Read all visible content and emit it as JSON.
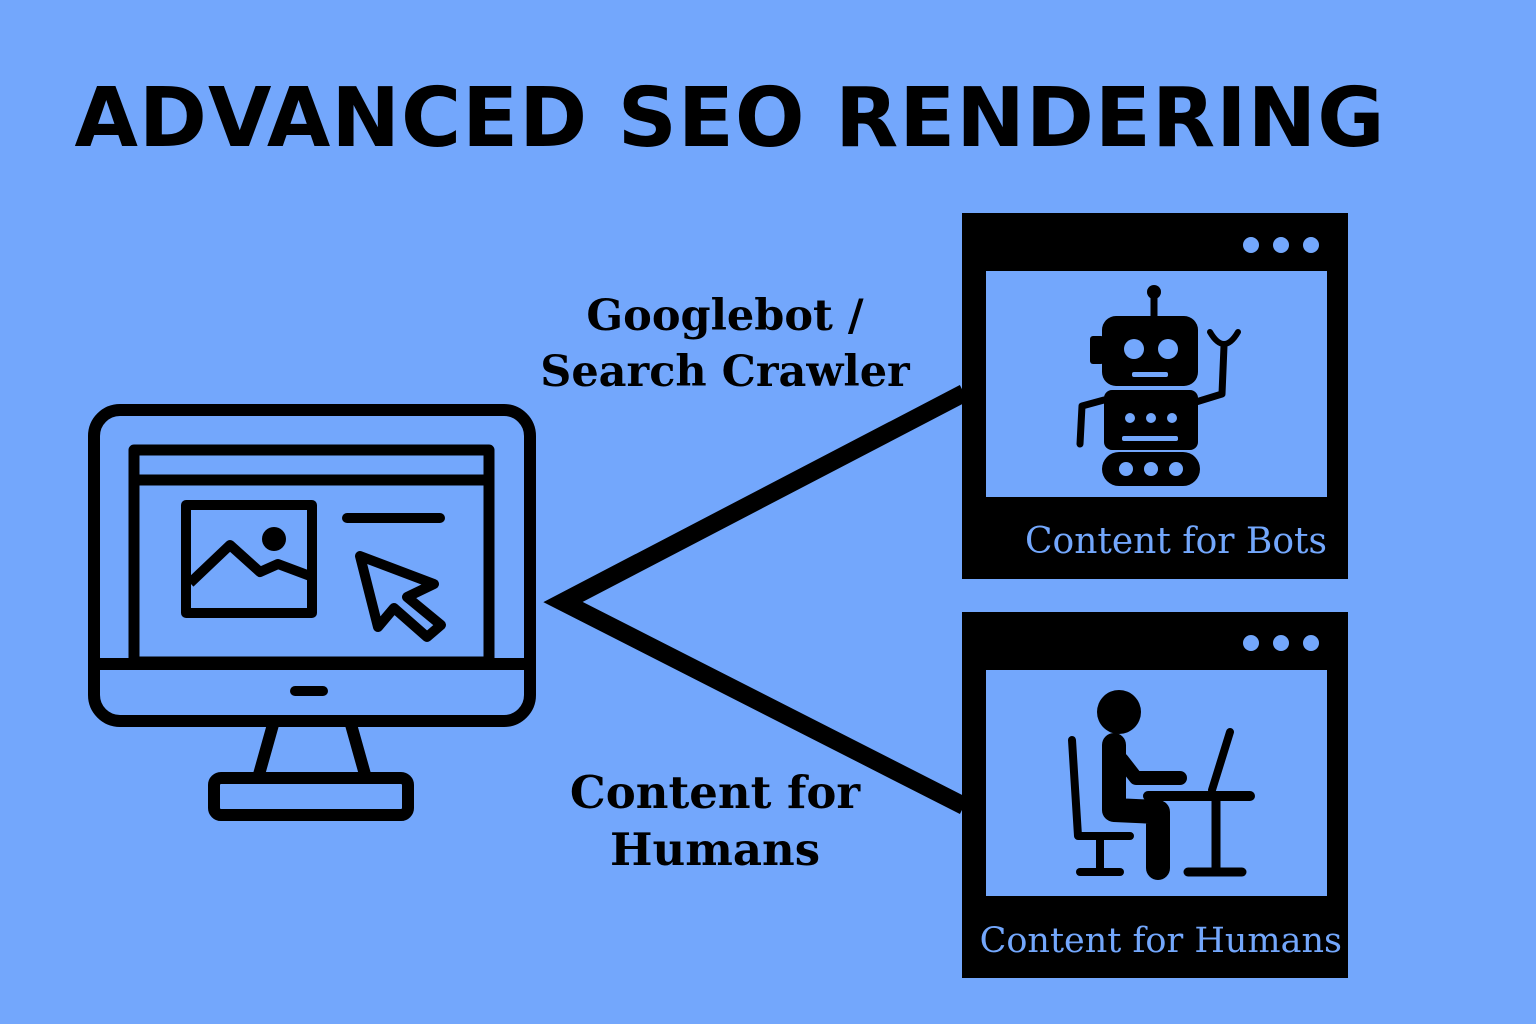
{
  "title": "ADVANCED SEO RENDERING",
  "labels": {
    "crawler_line1": "Googlebot /",
    "crawler_line2": "Search Crawler",
    "humans_line1": "Content for",
    "humans_line2": "Humans"
  },
  "panels": {
    "bots": {
      "caption": "Content for Bots",
      "icon": "robot-icon"
    },
    "humans": {
      "caption": "Content for Humans",
      "icon": "person-at-desk-icon"
    }
  },
  "icons": {
    "monitor": "desktop-monitor-icon",
    "image": "image-icon",
    "cursor": "cursor-arrow-icon"
  },
  "colors": {
    "background": "#73a7fc",
    "foreground": "#000000",
    "caption": "#73a7fc"
  }
}
